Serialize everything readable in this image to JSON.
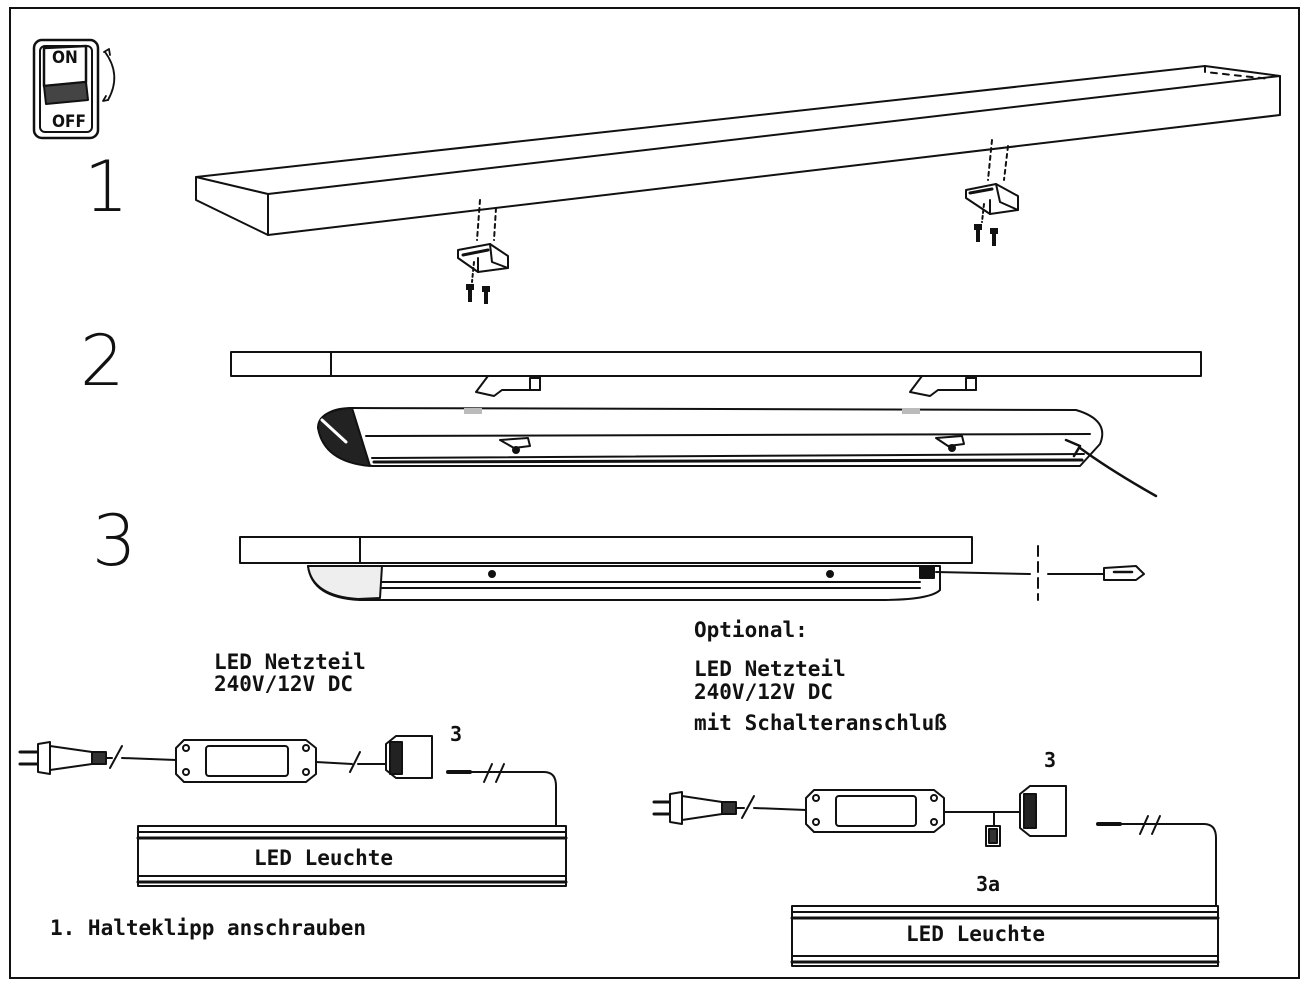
{
  "switch": {
    "on_label": "ON",
    "off_label": "OFF",
    "icon": "rocker-switch-icon"
  },
  "steps": {
    "step1": "1",
    "step2": "2",
    "step3": "3"
  },
  "left_supply": {
    "title_line1": "LED Netzteil",
    "title_line2": "240V/12V DC",
    "connector_number": "3",
    "lamp_label": "LED Leuchte"
  },
  "right_supply": {
    "optional_label": "Optional:",
    "title_line1": "LED Netzteil",
    "title_line2": "240V/12V DC",
    "title_line3": "mit Schalteranschluß",
    "connector_number": "3",
    "switch_connector_number": "3a",
    "lamp_label": "LED Leuchte"
  },
  "caption": "1. Halteklipp anschrauben"
}
